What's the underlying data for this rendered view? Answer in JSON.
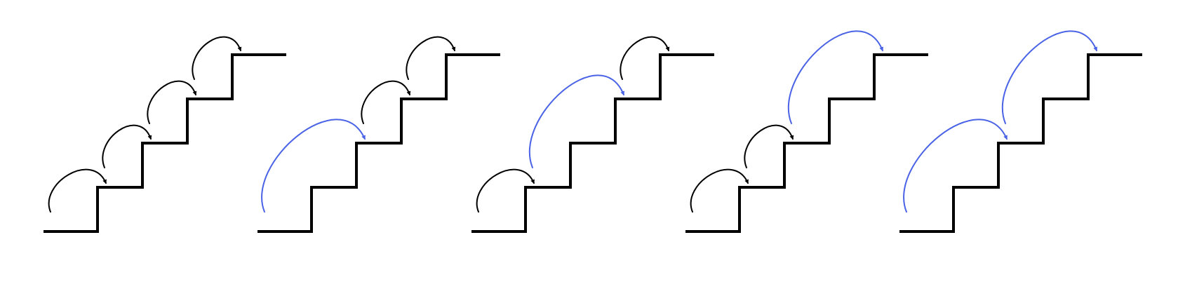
{
  "colors": {
    "background": "#ffffff",
    "stair": "#000000",
    "single_step": "#000000",
    "double_step": "#4a63e6"
  },
  "diagram": {
    "steps_per_staircase": 4,
    "staircases": [
      {
        "hops": [
          1,
          1,
          1,
          1
        ]
      },
      {
        "hops": [
          2,
          1,
          1
        ]
      },
      {
        "hops": [
          1,
          2,
          1
        ]
      },
      {
        "hops": [
          1,
          1,
          2
        ]
      },
      {
        "hops": [
          2,
          2
        ]
      }
    ]
  }
}
